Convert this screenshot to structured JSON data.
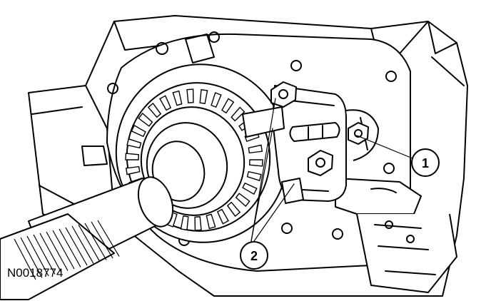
{
  "figure": {
    "id": "N0018774",
    "callouts": [
      {
        "number": "1"
      },
      {
        "number": "2"
      }
    ]
  }
}
